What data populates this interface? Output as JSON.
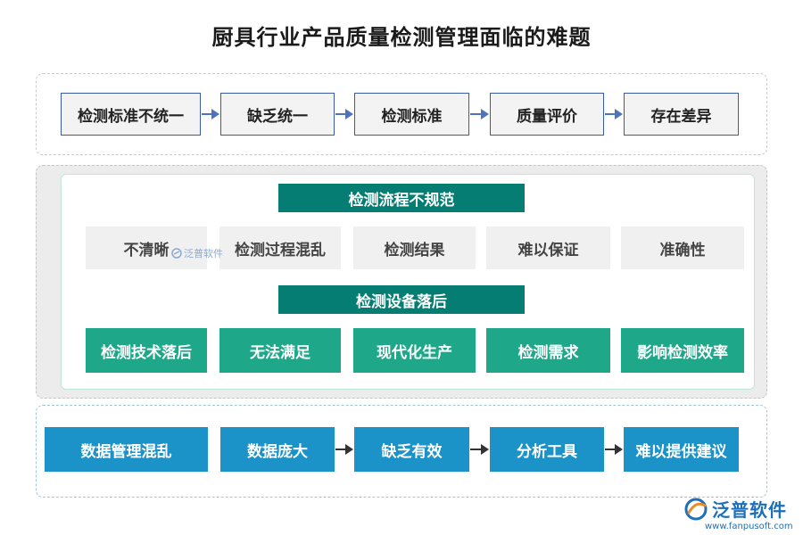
{
  "title": "厨具行业产品质量检测管理面临的难题",
  "row1": [
    "检测标准不统一",
    "缺乏统一",
    "检测标准",
    "质量评价",
    "存在差异"
  ],
  "band1": "检测流程不规范",
  "row2": [
    "不清晰",
    "检测过程混乱",
    "检测结果",
    "难以保证",
    "准确性"
  ],
  "band2": "检测设备落后",
  "row3": [
    "检测技术落后",
    "无法满足",
    "现代化生产",
    "检测需求",
    "影响检测效率"
  ],
  "row4": [
    "数据管理混乱",
    "数据庞大",
    "缺乏有效",
    "分析工具",
    "难以提供建议"
  ],
  "watermark": "泛普软件",
  "logo": {
    "name": "泛普软件",
    "url": "www.fanpusoft.com"
  },
  "colors": {
    "teal_band": "#067d73",
    "green": "#1ea889",
    "blue": "#1b93c9",
    "border_blue": "#3a5ba8"
  }
}
